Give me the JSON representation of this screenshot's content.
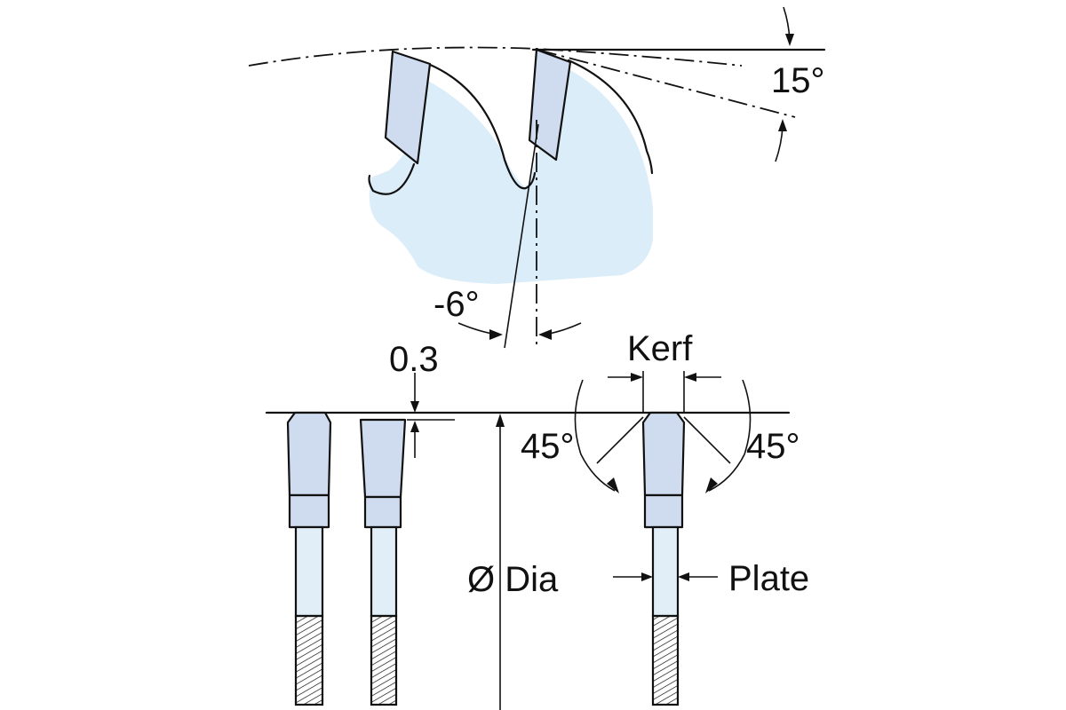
{
  "labels": {
    "clearance_angle": "15°",
    "hook_angle": "-6°",
    "tip_offset": "0.3",
    "kerf": "Kerf",
    "bevel_left": "45°",
    "bevel_right": "45°",
    "diameter": "Ø Dia",
    "plate": "Plate"
  },
  "colors": {
    "blade_body": "#dcedfa",
    "carbide_tip": "#cfdbee",
    "plate_fill": "#e2eef7",
    "line": "#111111"
  }
}
